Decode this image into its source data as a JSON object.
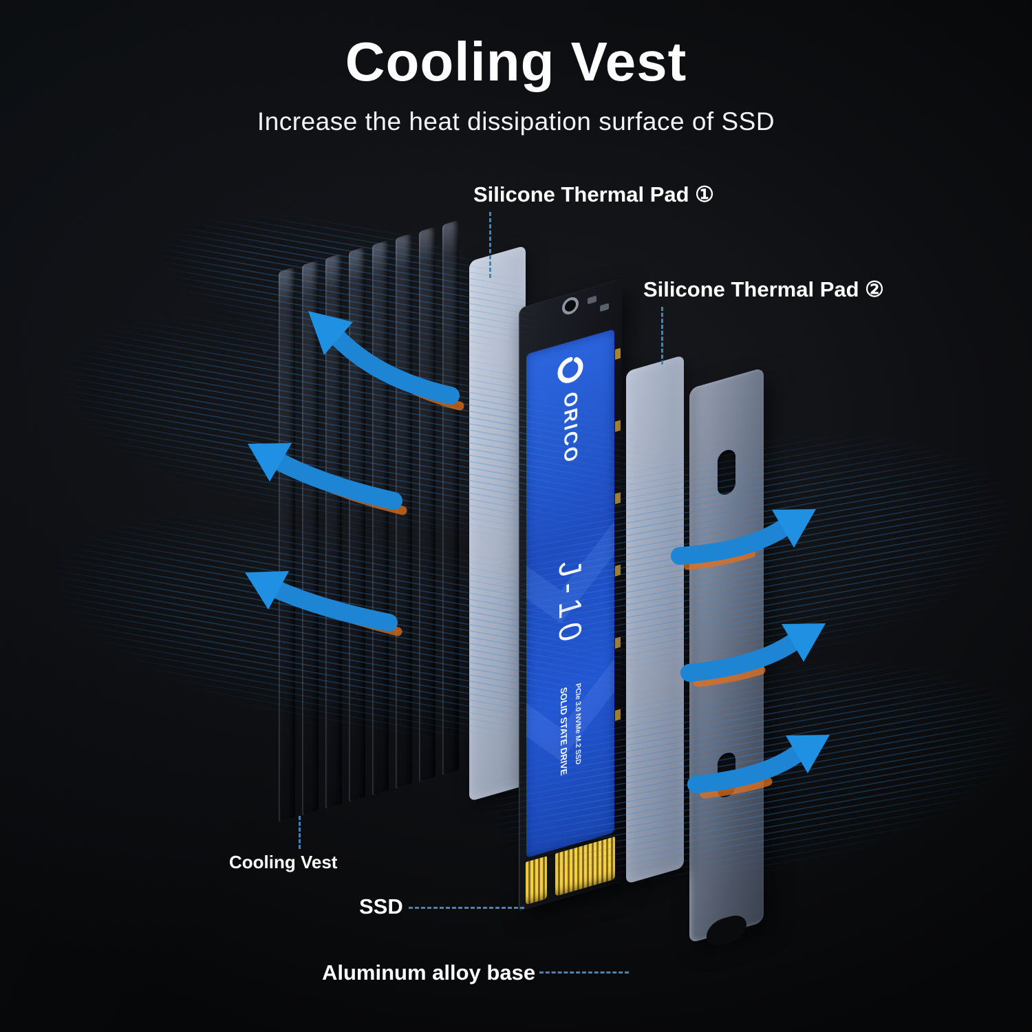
{
  "header": {
    "title": "Cooling Vest",
    "subtitle": "Increase the heat dissipation surface of SSD"
  },
  "callouts": {
    "thermal_pad_1": "Silicone Thermal Pad ①",
    "thermal_pad_2": "Silicone Thermal Pad ②",
    "cooling_vest": "Cooling Vest",
    "ssd": "SSD",
    "aluminum_base": "Aluminum alloy base"
  },
  "ssd_board": {
    "brand": "ORICO",
    "model": "J-10",
    "spec_line_1": "SOLID STATE DRIVE",
    "spec_line_2": "PCIe 3.0 NVMe M.2 SSD"
  },
  "colors": {
    "background": "#0a0b0d",
    "title_text": "#ffffff",
    "airflow_blue": "#1e84d4",
    "heat_orange": "#e0701c",
    "ssd_label_blue": "#2155cc",
    "connector_gold": "#e8c838",
    "thermal_pad_gray": "#b4bed2",
    "aluminum_gray": "#79839a",
    "heatsink_dark": "#1a1c22",
    "callout_line": "#4d82ad"
  }
}
